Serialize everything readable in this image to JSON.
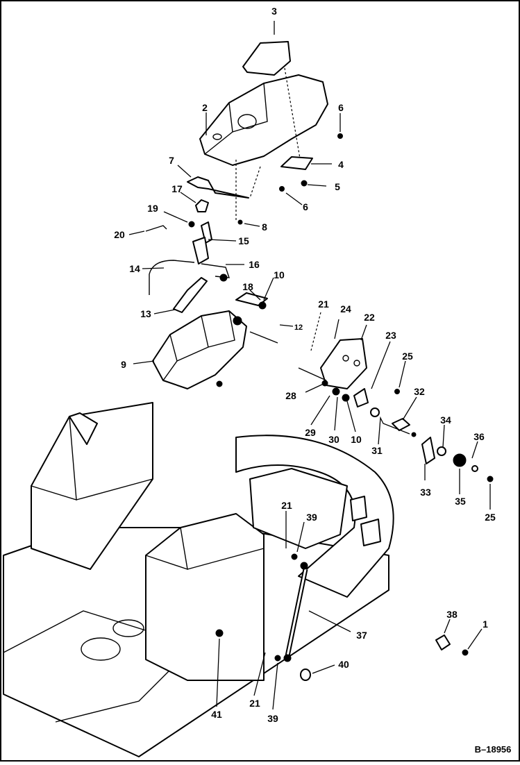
{
  "diagram": {
    "figure_id": "B–18956",
    "callouts": {
      "c1": "1",
      "c2": "2",
      "c3": "3",
      "c4": "4",
      "c5": "5",
      "c6a": "6",
      "c6b": "6",
      "c7": "7",
      "c8": "8",
      "c9": "9",
      "c10a": "10",
      "c10b": "10",
      "c12": "12",
      "c13": "13",
      "c14": "14",
      "c15": "15",
      "c16": "16",
      "c17": "17",
      "c18": "18",
      "c19": "19",
      "c20": "20",
      "c21a": "21",
      "c21b": "21",
      "c21c": "21",
      "c22": "22",
      "c23": "23",
      "c24": "24",
      "c25a": "25",
      "c25b": "25",
      "c28": "28",
      "c29": "29",
      "c30": "30",
      "c31": "31",
      "c32": "32",
      "c33": "33",
      "c34": "34",
      "c35": "35",
      "c36": "36",
      "c37": "37",
      "c38": "38",
      "c39a": "39",
      "c39b": "39",
      "c40": "40",
      "c41": "41"
    }
  }
}
